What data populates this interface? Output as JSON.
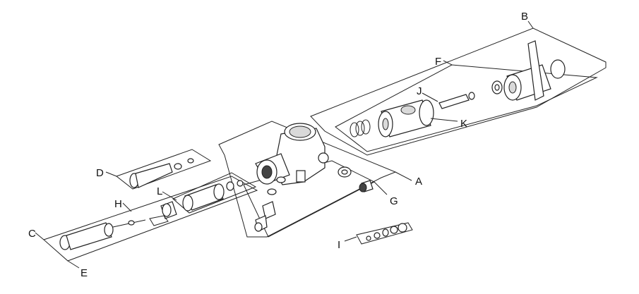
{
  "diagram": {
    "callouts": {
      "A": "A",
      "B": "B",
      "C": "C",
      "D": "D",
      "E": "E",
      "F": "F",
      "G": "G",
      "H": "H",
      "I": "I",
      "J": "J",
      "K": "K",
      "L": "L"
    }
  }
}
